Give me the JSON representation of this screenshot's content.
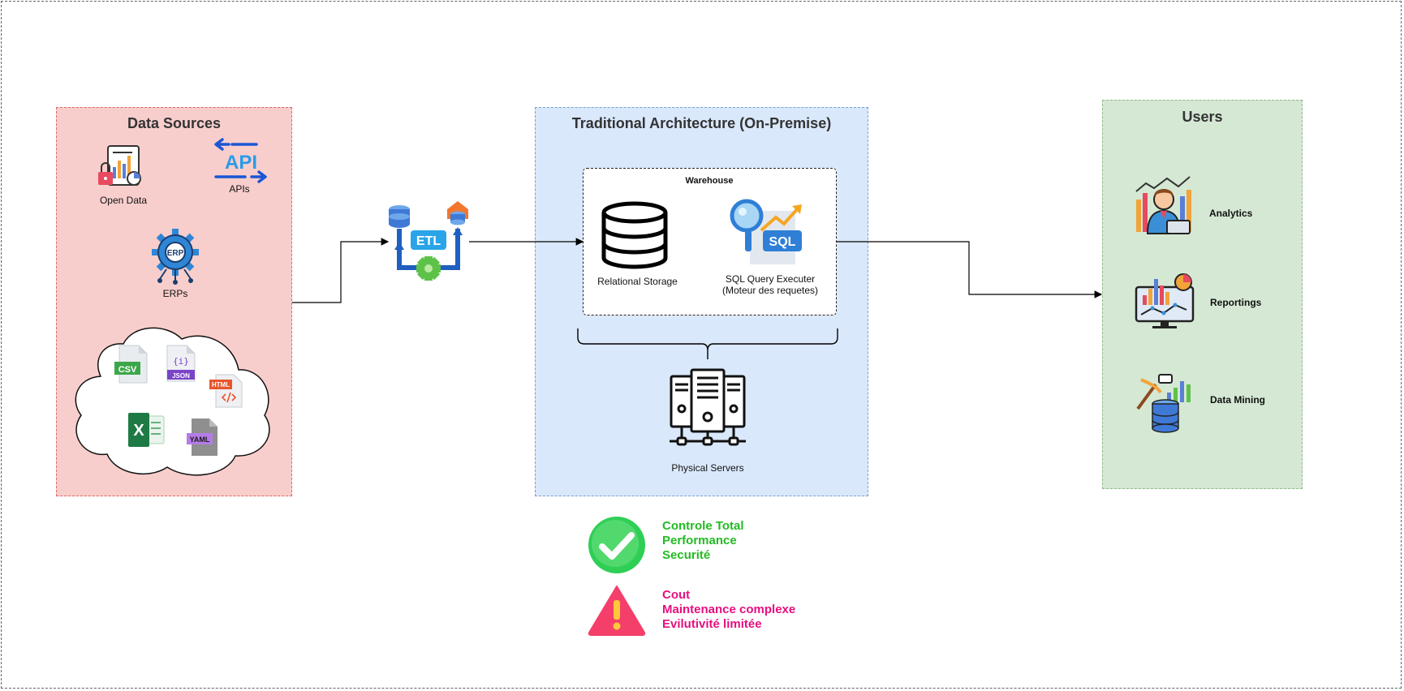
{
  "panels": {
    "sources": {
      "title": "Data Sources"
    },
    "architecture": {
      "title": "Traditional Architecture (On-Premise)"
    },
    "users": {
      "title": "Users"
    }
  },
  "sources": {
    "open_data": "Open Data",
    "apis": "APIs",
    "erps": "ERPs",
    "files": {
      "csv": "CSV",
      "json": "JSON",
      "json_glyph": "{i}",
      "html": "HTML",
      "yaml": "YAML",
      "excel": "X"
    },
    "api_badge": "API",
    "erp_badge": "ERP"
  },
  "etl": {
    "badge": "ETL"
  },
  "warehouse": {
    "title": "Warehouse",
    "relational_storage": "Relational Storage",
    "sql_badge": "SQL",
    "sql_line1": "SQL Query Executer",
    "sql_line2": "(Moteur des requetes)",
    "servers": "Physical Servers"
  },
  "users": {
    "analytics": "Analytics",
    "reportings": "Reportings",
    "data_mining": "Data Mining"
  },
  "pros": [
    "Controle Total",
    "Performance",
    "Securité"
  ],
  "cons": [
    "Cout",
    "Maintenance complexe",
    "Evilutivité limitée"
  ],
  "colors": {
    "pros": "#22bb22",
    "cons": "#e60f7e",
    "sources_fill": "#f8cecc",
    "architecture_fill": "#dae8fc",
    "users_fill": "#d5e8d4"
  }
}
